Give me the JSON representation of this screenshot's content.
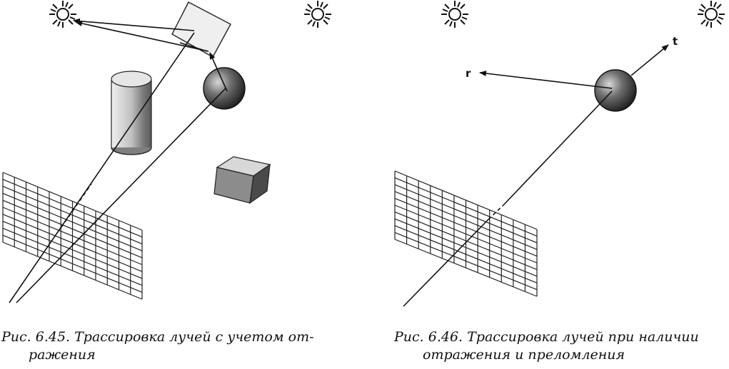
{
  "figures": [
    {
      "caption_line1": "Рис. 6.45. Трассировка лучей с учетом от-",
      "caption_line2": "ражения"
    },
    {
      "caption_line1": "Рис. 6.46. Трассировка лучей при наличии",
      "caption_line2": "отражения и преломления",
      "ray_labels": {
        "reflected": "r",
        "transmitted": "t"
      }
    }
  ],
  "colors": {
    "ink": "#111111"
  }
}
